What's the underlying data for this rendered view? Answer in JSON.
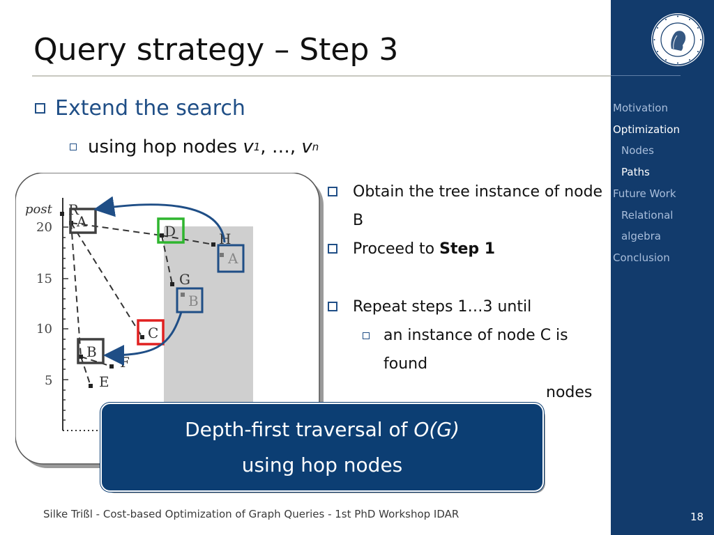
{
  "slide": {
    "title": "Query strategy – Step 3",
    "bullet1": "Extend the search",
    "bullet2_prefix": "using hop nodes ",
    "bullet2_v": "v",
    "bullet2_sub1": "1",
    "bullet2_mid": ", …, ",
    "bullet2_sub2": "n",
    "right": {
      "item1": "Obtain the tree instance of node B",
      "item2_prefix": "Proceed to ",
      "item2_bold": "Step 1",
      "item3": "Repeat steps 1…3 until",
      "sub1": "an instance of node C is found",
      "sub2": "nodes"
    },
    "callout_line1_prefix": "Depth-first traversal of ",
    "callout_line1_italic": "O(G)",
    "callout_line2": "using hop nodes"
  },
  "sidebar": {
    "nav": [
      {
        "label": "Motivation",
        "active": false,
        "sub": false
      },
      {
        "label": "Optimization",
        "active": true,
        "sub": false
      },
      {
        "label": "Nodes",
        "active": false,
        "sub": true
      },
      {
        "label": "Paths",
        "active": true,
        "sub": true
      },
      {
        "label": "Future Work",
        "active": false,
        "sub": false
      },
      {
        "label": "Relational",
        "active": false,
        "sub": true
      },
      {
        "label": "algebra",
        "active": false,
        "sub": true
      },
      {
        "label": "Conclusion",
        "active": false,
        "sub": false
      }
    ],
    "seal_text": "HUMBOLDT-UNIVERSITÄT ZU BERLIN"
  },
  "diagram": {
    "y_axis_label": "post",
    "y_ticks": [
      "20",
      "15",
      "10",
      "5"
    ],
    "nodes": [
      "R",
      "A",
      "D",
      "H",
      "A",
      "G",
      "B",
      "C",
      "B",
      "F",
      "E"
    ],
    "colors": {
      "highlight_green": "#2fb52f",
      "highlight_red": "#e02020",
      "highlight_blue": "#1f4e86",
      "box_dark": "#404040",
      "region_gray": "#cfcfcf"
    }
  },
  "footer": {
    "text": "Silke Trißl - Cost-based Optimization of Graph Queries - 1st PhD Workshop IDAR",
    "page": "18"
  }
}
